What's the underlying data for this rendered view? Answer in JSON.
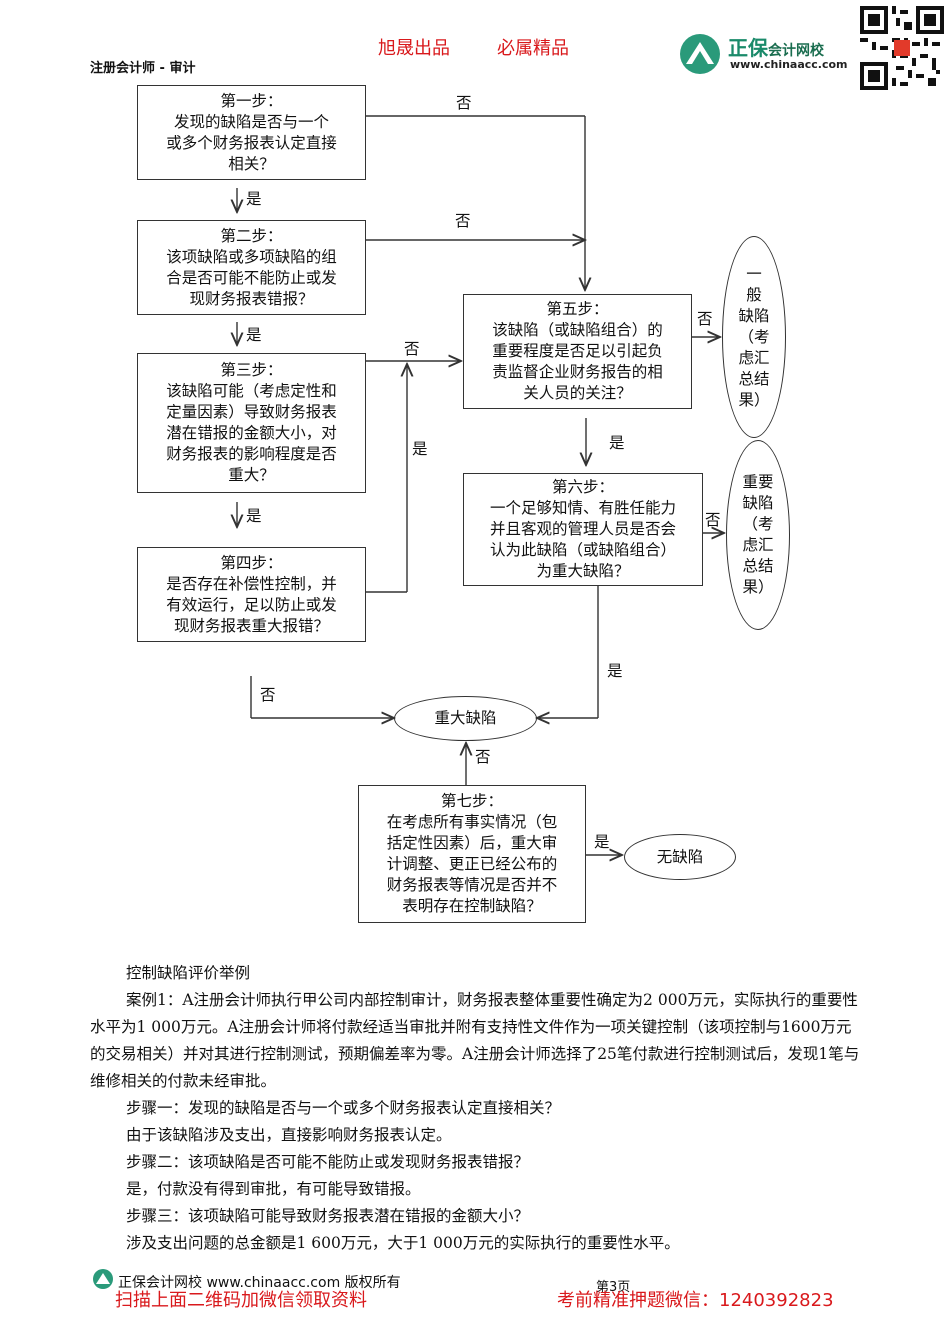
{
  "header": {
    "slogan1": "旭晟出品",
    "slogan2": "必属精品",
    "subject": "注册会计师 - 审计",
    "logo_main": "正保",
    "logo_sub": "会计网校",
    "logo_url": "www.chinaacc.com"
  },
  "flowchart": {
    "step1": [
      "第一步：",
      "发现的缺陷是否与一个",
      "或多个财务报表认定直接",
      "相关？"
    ],
    "step2": [
      "第二步：",
      "该项缺陷或多项缺陷的组",
      "合是否可能不能防止或发",
      "现财务报表错报？"
    ],
    "step3": [
      "第三步：",
      "该缺陷可能（考虑定性和",
      "定量因素）导致财务报表",
      "潜在错报的金额大小，对",
      "财务报表的影响程度是否",
      "重大？"
    ],
    "step4": [
      "第四步：",
      "是否存在补偿性控制，并",
      "有效运行，足以防止或发",
      "现财务报表重大报错？"
    ],
    "step5": [
      "第五步：",
      "该缺陷（或缺陷组合）的",
      "重要程度是否足以引起负",
      "责监督企业财务报告的相",
      "关人员的关注？"
    ],
    "step6": [
      "第六步：",
      "一个足够知情、有胜任能力",
      "并且客观的管理人员是否会",
      "认为此缺陷（或缺陷组合）",
      "为重大缺陷？"
    ],
    "step7": [
      "第七步：",
      "在考虑所有事实情况（包",
      "括定性因素）后，重大审",
      "计调整、更正已经公布的",
      "财务报表等情况是否并不",
      "表明存在控制缺陷？"
    ],
    "general": [
      "一",
      "般",
      "缺",
      "陷",
      "（考",
      "虑汇",
      "总结",
      "果）"
    ],
    "important": [
      "重要",
      "缺陷",
      "（考",
      "虑汇",
      "总结",
      "果）"
    ],
    "major": "重大缺陷",
    "none": "无缺陷",
    "yes": "是",
    "no": "否"
  },
  "body": {
    "heading": "控制缺陷评价举例",
    "case1": "案例1：A注册会计师执行甲公司内部控制审计，财务报表整体重要性确定为2 000万元，实际执行的重要性水平为1 000万元。A注册会计师将付款经适当审批并附有支持性文件作为一项关键控制（该项控制与1600万元的交易相关）并对其进行控制测试，预期偏差率为零。A注册会计师选择了25笔付款进行控制测试后，发现1笔与维修相关的付款未经审批。",
    "lines": [
      "步骤一：发现的缺陷是否与一个或多个财务报表认定直接相关？",
      "由于该缺陷涉及支出，直接影响财务报表认定。",
      "步骤二：该项缺陷是否可能不能防止或发现财务报表错报？",
      "是，付款没有得到审批，有可能导致错报。",
      "步骤三：该项缺陷可能导致财务报表潜在错报的金额大小？",
      "涉及支出问题的总金额是1 600万元，大于1 000万元的实际执行的重要性水平。"
    ]
  },
  "footer": {
    "copyright": "正保会计网校 www.chinaacc.com 版权所有",
    "page": "第3页",
    "left_red": "扫描上面二维码加微信领取资料",
    "right_red": "考前精准押题微信：1240392823"
  }
}
